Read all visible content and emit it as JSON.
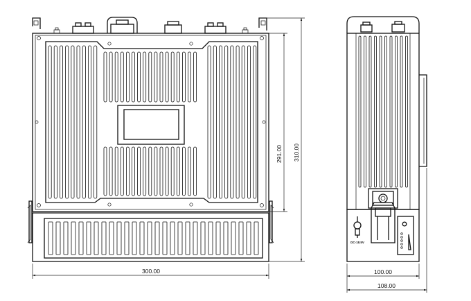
{
  "dimensions": {
    "front_width": "300.00",
    "front_inner_height": "291.00",
    "front_total_height": "310.00",
    "side_depth": "100.00",
    "side_total_depth": "108.00"
  },
  "side_panel": {
    "power_label": "DC-18.5V"
  }
}
